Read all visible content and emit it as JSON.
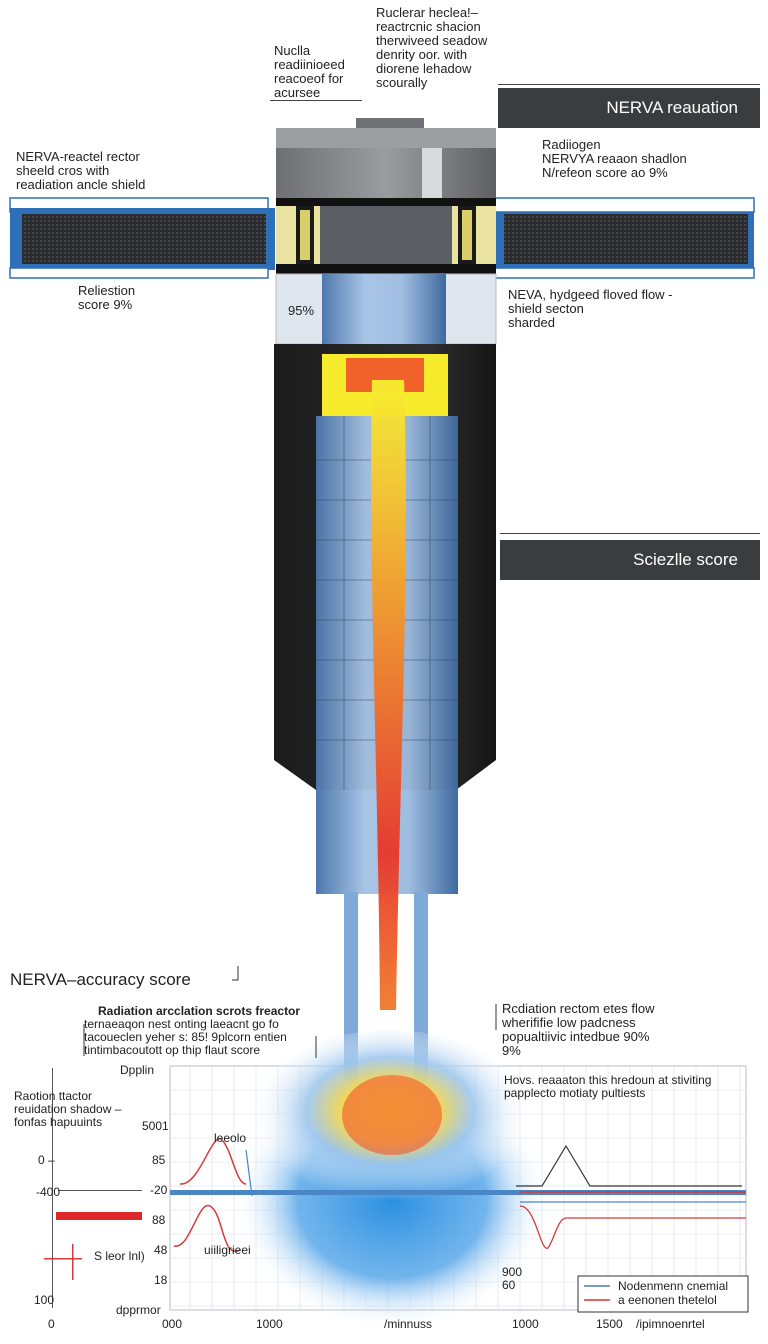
{
  "title_header": {
    "top_center": "Ruclerar heclea!–\nreactrcnic shacion\ntherwiveed seadow\ndenrity oor. with\ndiorene lehadow\nscourally",
    "top_left": "Nuclla\nreadiinioeed\nreacoeof for\nacursee"
  },
  "banners": {
    "top": "NERVA reauation",
    "middle": "Sciezlle score"
  },
  "right_notes": {
    "top": "Radiiogen\nNERVYA reaaon shadlon\nN/refeon score ao 9%",
    "flow": "NEVA, hydgeed floved flow -\nshield  secton\nsharded"
  },
  "left_notes": {
    "shield": "NERVA-reactel rector\nsheeld cros with\nreadiation ancle shield",
    "score": "Reliestion\nscore 9%",
    "percent": "95%"
  },
  "lower": {
    "accuracy_title": "NERVA–accuracy score",
    "center_heading": "Radiation arcclation scrots freactor",
    "center_body": "ternaeaqon nest  onting laeacnt go fo\ntacoueclen yeher s: 85! 9plcorn entien\ntintimbacoutott op thip flaut score",
    "right_box": "Rcdiation  rectom etes  flow\nwherififie low padcness\npopualtiivic intedbue 90%\n9%",
    "left_heading": "Raotion ttactor\nreuidation shadow –\nfonfas hapuuints",
    "chart_note": "Hovs.  reaaaton this hredoun at stiviting\npapplecto motiaty pultiests",
    "peak_label": "leeolo",
    "valley_label": "uiiligrieei",
    "inline_label": "S leor lnl)",
    "mid_value": "900\n60"
  },
  "legend": [
    {
      "label": "Nodenmenn cnemial",
      "color": "#4a7fb5"
    },
    {
      "label": "a  eenonen thetelol",
      "color": "#e03030"
    }
  ],
  "axis": {
    "left_ticks": [
      "Dpplin",
      "0 –",
      "-400",
      "100"
    ],
    "inner_ticks": [
      "5001",
      "85",
      "-20",
      "88",
      "48",
      "18"
    ],
    "bottom_ticks": [
      "0",
      "000",
      "1000",
      "1000",
      "1500",
      "/ipimnoenrtel"
    ],
    "bottom_label": "/minnuss",
    "bottom_left_label": "dpprmor"
  },
  "colors": {
    "banner": "#3a3d40",
    "shield_blue": "#2f6fb8",
    "flame_yellow": "#f5e62a",
    "flame_red": "#e8352a",
    "tube_blue": "#6e9fd6"
  }
}
